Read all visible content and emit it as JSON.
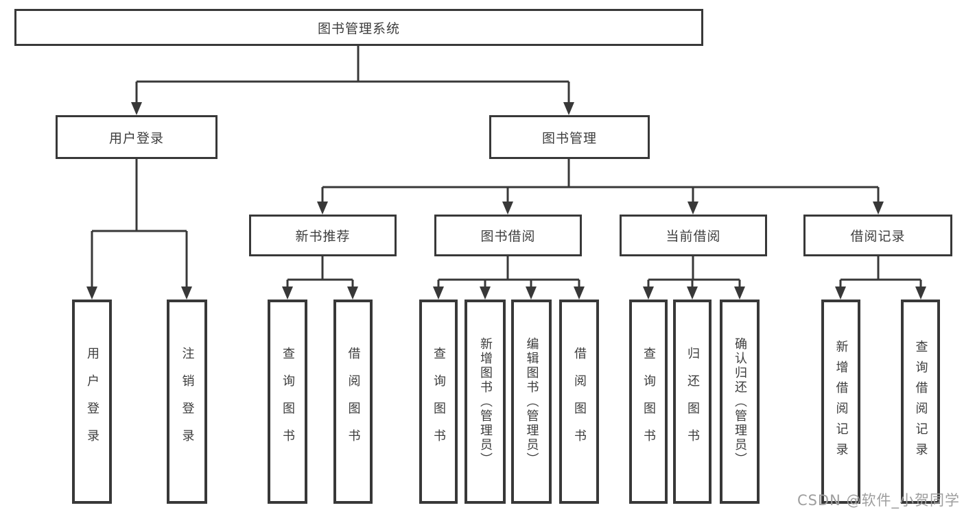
{
  "diagram": {
    "title": "图书管理系统",
    "root": "图书管理系统",
    "level2": {
      "user_login": "用户登录",
      "book_mgmt": "图书管理"
    },
    "level3": {
      "new_books": "新书推荐",
      "book_borrow": "图书借阅",
      "current_borrow": "当前借阅",
      "borrow_records": "借阅记录"
    },
    "leaves": {
      "user_login": [
        "用户登录",
        "注销登录"
      ],
      "new_books": [
        "查询图书",
        "借阅图书"
      ],
      "book_borrow": [
        "查询图书",
        "新增图书（管理员）",
        "编辑图书（管理员）",
        "借阅图书"
      ],
      "current_borrow": [
        "查询图书",
        "归还图书",
        "确认归还（管理员）"
      ],
      "borrow_records": [
        "新增借阅记录",
        "查询借阅记录"
      ]
    }
  },
  "colors": {
    "line": "#383838",
    "text": "#3d3d3d",
    "watermark": "#9e9e9e"
  },
  "watermark": "CSDN @软件_小贺同学"
}
